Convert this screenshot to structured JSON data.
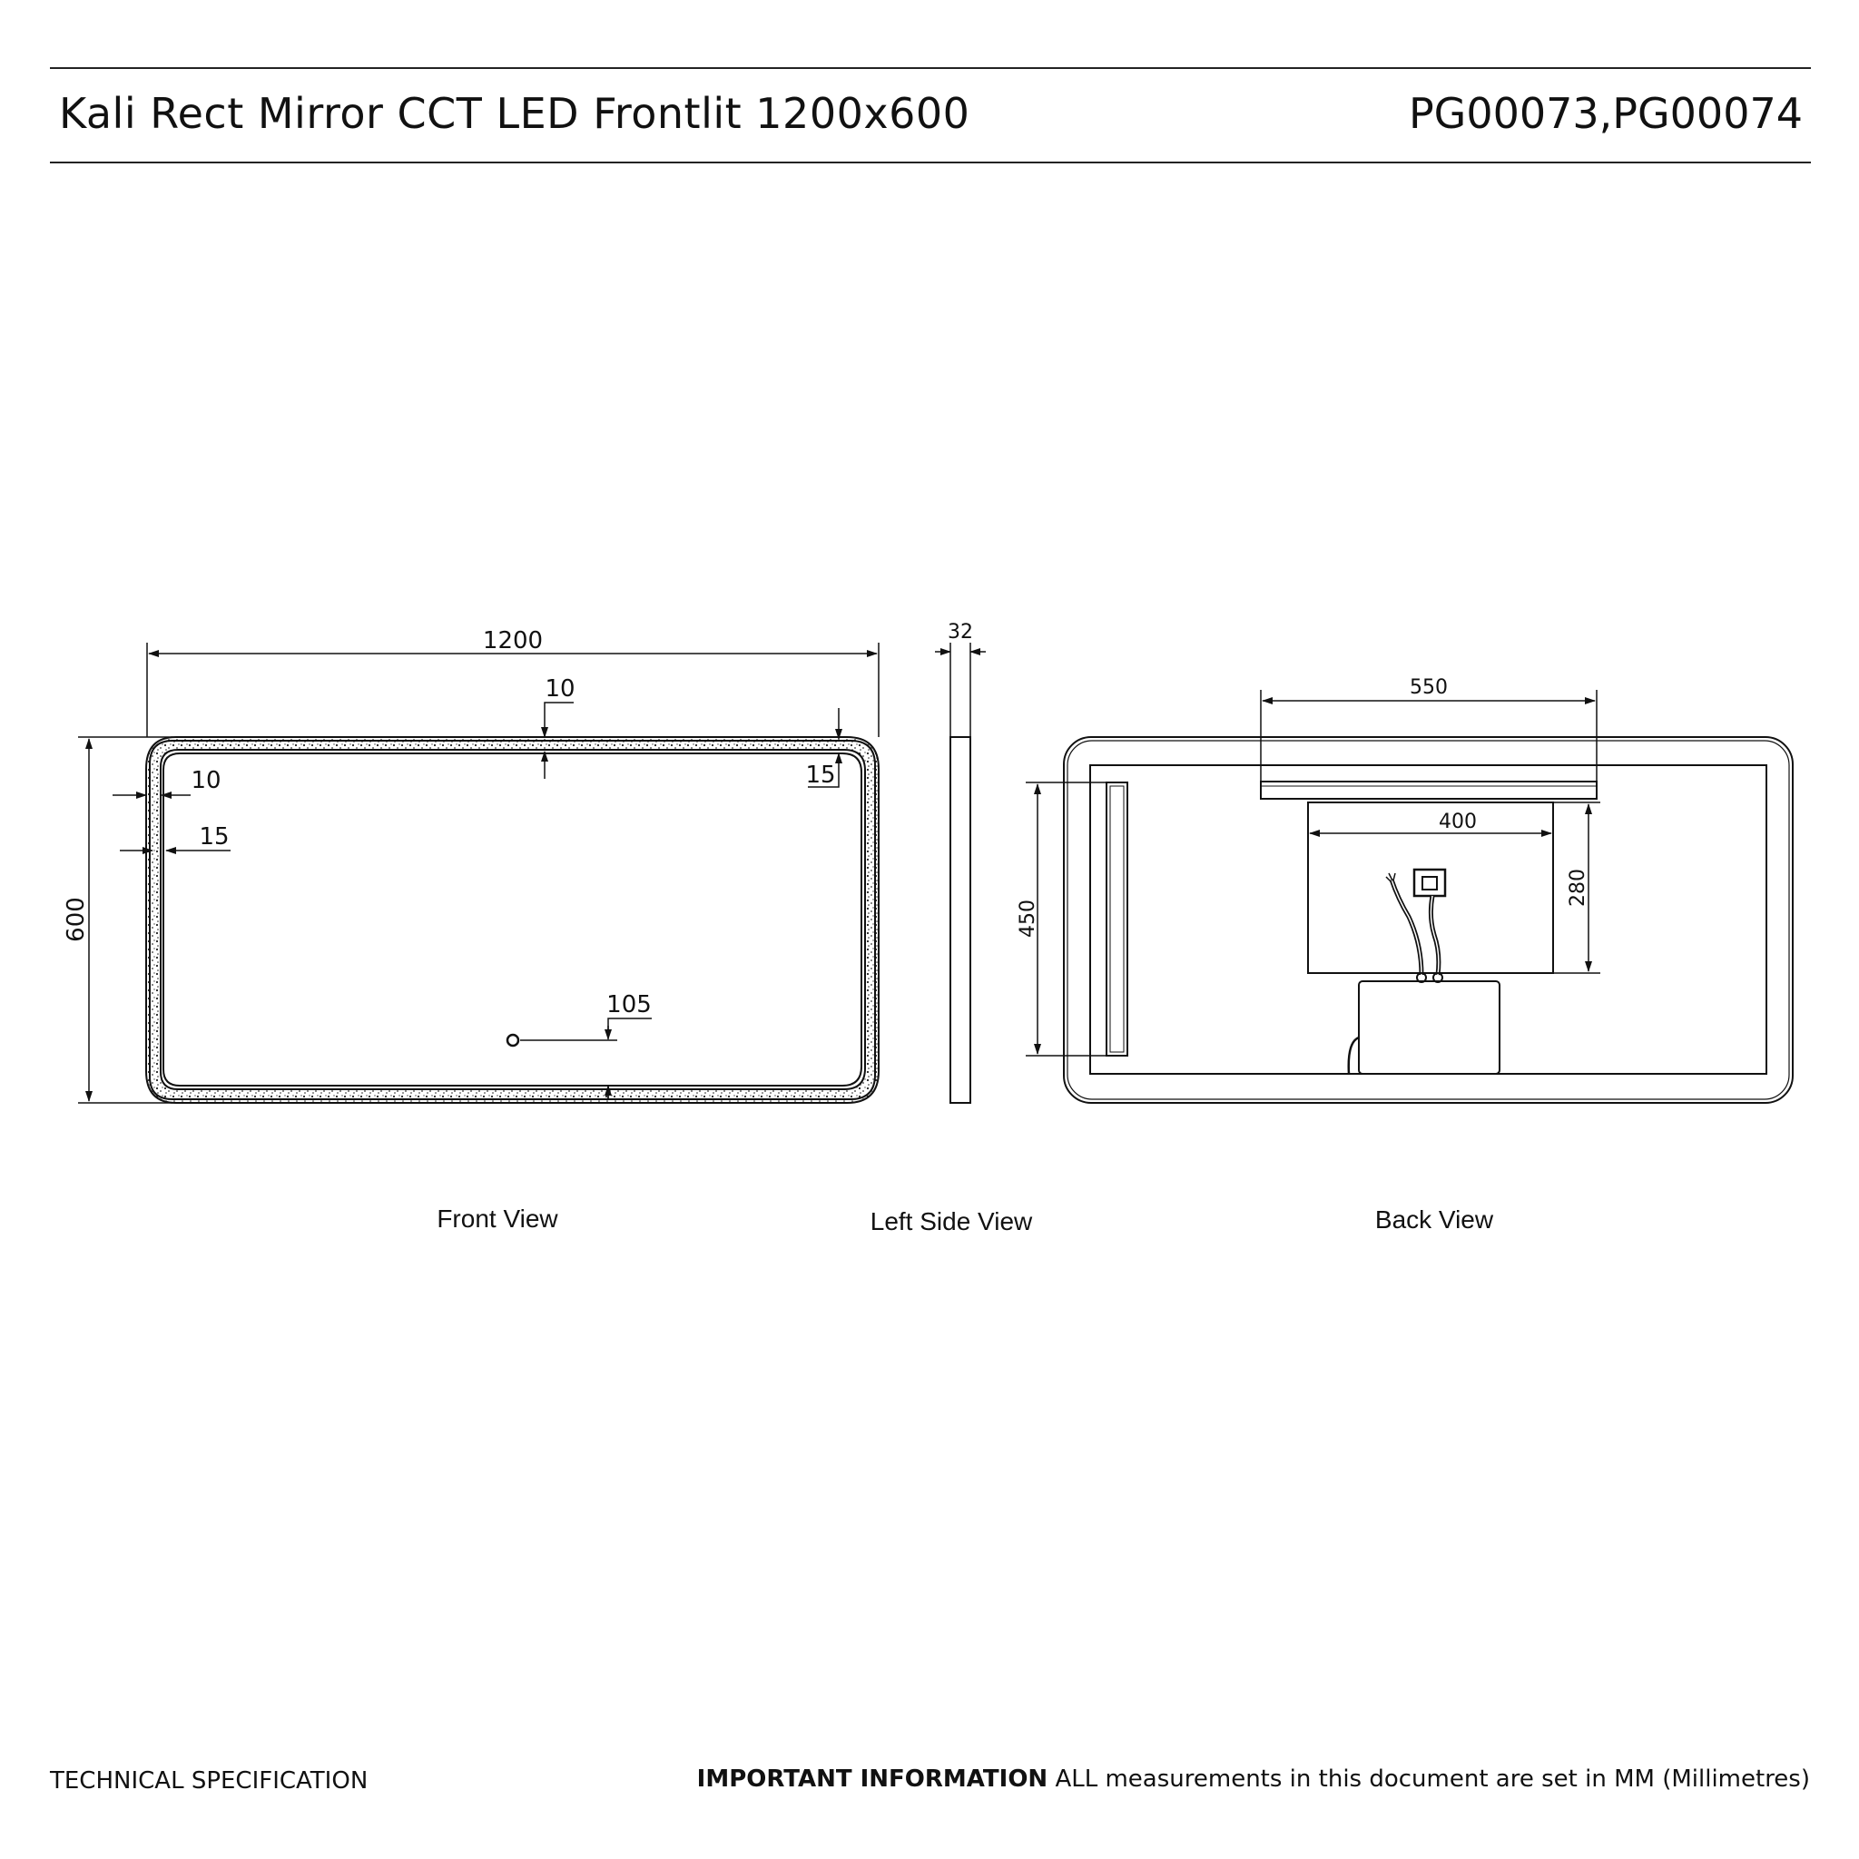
{
  "header": {
    "title": "Kali Rect Mirror CCT LED Frontlit 1200x600",
    "product_codes": "PG00073,PG00074"
  },
  "views": {
    "front": {
      "label": "Front View",
      "width": "1200",
      "height": "600",
      "top_strip": "10",
      "side_strip": "10",
      "side_border": "15",
      "corner_offset": "15",
      "sensor_offset": "105"
    },
    "side": {
      "label": "Left Side View",
      "depth": "32"
    },
    "back": {
      "label": "Back View",
      "bracket_width": "550",
      "panel_width": "400",
      "panel_height": "280",
      "bar_height": "450"
    }
  },
  "footer": {
    "left": "TECHNICAL SPECIFICATION",
    "important_label": "IMPORTANT INFORMATION",
    "important_text": " ALL measurements in this document are set in MM (Millimetres)"
  }
}
